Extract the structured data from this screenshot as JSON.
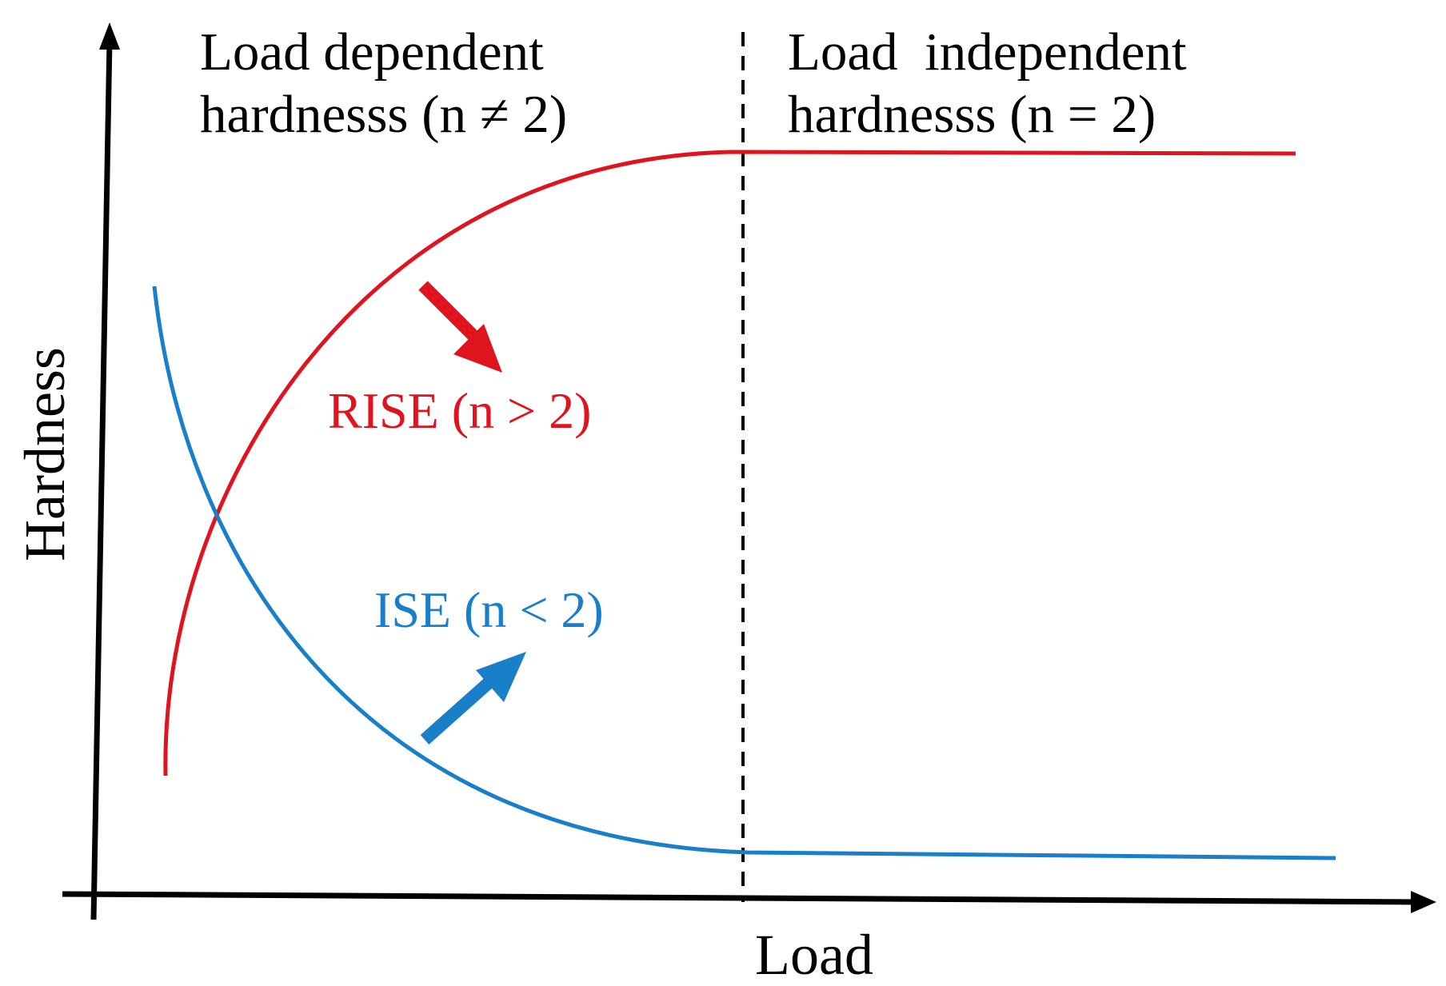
{
  "axes": {
    "x_label": "Load",
    "y_label": "Hardness",
    "color": "#000000"
  },
  "regions": {
    "left_line1": "Load dependent",
    "left_line2": "hardnesss (n ≠ 2)",
    "right_line1": "Load  independent",
    "right_line2": "hardnesss (n = 2)",
    "divider_style": "dashed"
  },
  "curves": {
    "rise": {
      "label": "RISE (n > 2)",
      "color": "#e0141e",
      "arrow_icon": "arrow-down-right-icon"
    },
    "ise": {
      "label": "ISE (n < 2)",
      "color": "#1a7fc9",
      "arrow_icon": "arrow-up-right-icon"
    }
  }
}
